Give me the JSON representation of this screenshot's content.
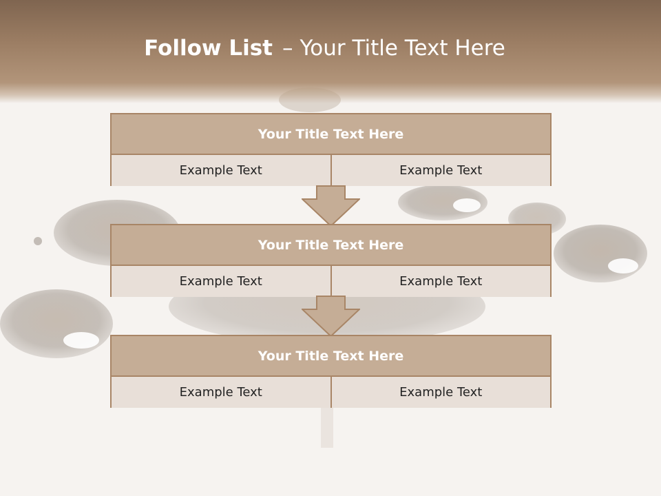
{
  "slide": {
    "title_bold": "Follow List",
    "title_separator": "–",
    "title_rest": "Your Title Text Here"
  },
  "blocks": [
    {
      "heading": "Your Title Text Here",
      "left": "Example Text",
      "right": "Example Text"
    },
    {
      "heading": "Your Title Text Here",
      "left": "Example Text",
      "right": "Example Text"
    },
    {
      "heading": "Your Title Text Here",
      "left": "Example Text",
      "right": "Example Text"
    }
  ],
  "colors": {
    "header_top": "#7f6550",
    "block_heading_fill": "#c5ad96",
    "block_cell_fill": "#e8dfd8",
    "border": "#a88566",
    "arrow_fill": "#c5ad96"
  }
}
